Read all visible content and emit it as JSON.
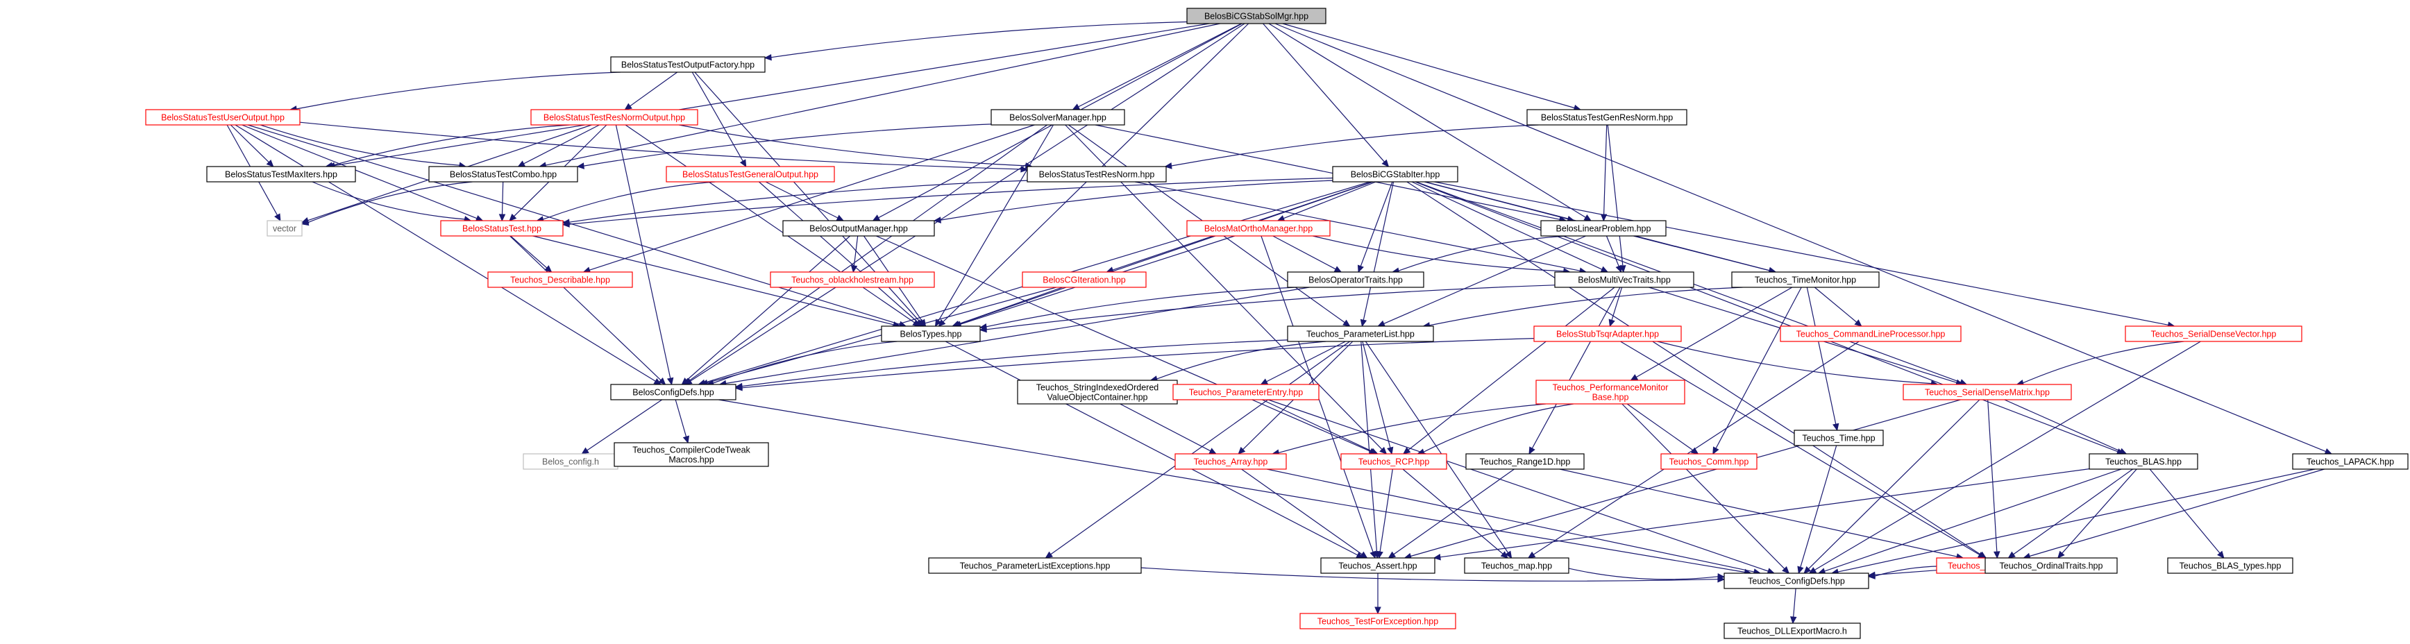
{
  "diagram": {
    "nodes": [
      {
        "id": "root",
        "label": [
          "BelosBiCGStabSolMgr.hpp"
        ],
        "style": "root"
      },
      {
        "id": "stof",
        "label": [
          "BelosStatusTestOutputFactory.hpp"
        ],
        "style": "black"
      },
      {
        "id": "stuo",
        "label": [
          "BelosStatusTestUserOutput.hpp"
        ],
        "style": "red"
      },
      {
        "id": "strn_out",
        "label": [
          "BelosStatusTestResNormOutput.hpp"
        ],
        "style": "red"
      },
      {
        "id": "sm",
        "label": [
          "BelosSolverManager.hpp"
        ],
        "style": "black"
      },
      {
        "id": "stgrn",
        "label": [
          "BelosStatusTestGenResNorm.hpp"
        ],
        "style": "black"
      },
      {
        "id": "stmi",
        "label": [
          "BelosStatusTestMaxIters.hpp"
        ],
        "style": "black"
      },
      {
        "id": "stc",
        "label": [
          "BelosStatusTestCombo.hpp"
        ],
        "style": "black"
      },
      {
        "id": "stgo",
        "label": [
          "BelosStatusTestGeneralOutput.hpp"
        ],
        "style": "red"
      },
      {
        "id": "strn",
        "label": [
          "BelosStatusTestResNorm.hpp"
        ],
        "style": "black"
      },
      {
        "id": "bicgi",
        "label": [
          "BelosBiCGStabIter.hpp"
        ],
        "style": "black"
      },
      {
        "id": "vec",
        "label": [
          "vector"
        ],
        "style": "gray"
      },
      {
        "id": "st",
        "label": [
          "BelosStatusTest.hpp"
        ],
        "style": "red"
      },
      {
        "id": "om",
        "label": [
          "BelosOutputManager.hpp"
        ],
        "style": "black"
      },
      {
        "id": "mom",
        "label": [
          "BelosMatOrthoManager.hpp"
        ],
        "style": "red"
      },
      {
        "id": "lp",
        "label": [
          "BelosLinearProblem.hpp"
        ],
        "style": "black"
      },
      {
        "id": "tdesc",
        "label": [
          "Teuchos_Describable.hpp"
        ],
        "style": "red"
      },
      {
        "id": "tobh",
        "label": [
          "Teuchos_oblackholestream.hpp"
        ],
        "style": "red"
      },
      {
        "id": "cgi",
        "label": [
          "BelosCGIteration.hpp"
        ],
        "style": "red"
      },
      {
        "id": "ot",
        "label": [
          "BelosOperatorTraits.hpp"
        ],
        "style": "black"
      },
      {
        "id": "mvt",
        "label": [
          "BelosMultiVecTraits.hpp"
        ],
        "style": "black"
      },
      {
        "id": "ttm",
        "label": [
          "Teuchos_TimeMonitor.hpp"
        ],
        "style": "black"
      },
      {
        "id": "tsdv",
        "label": [
          "Teuchos_SerialDenseVector.hpp"
        ],
        "style": "red"
      },
      {
        "id": "bt",
        "label": [
          "BelosTypes.hpp"
        ],
        "style": "black"
      },
      {
        "id": "tpl",
        "label": [
          "Teuchos_ParameterList.hpp"
        ],
        "style": "black"
      },
      {
        "id": "bsta",
        "label": [
          "BelosStubTsqrAdapter.hpp"
        ],
        "style": "red"
      },
      {
        "id": "tclp",
        "label": [
          "Teuchos_CommandLineProcessor.hpp"
        ],
        "style": "red"
      },
      {
        "id": "bcd",
        "label": [
          "BelosConfigDefs.hpp"
        ],
        "style": "black"
      },
      {
        "id": "tsio",
        "label": [
          "Teuchos_StringIndexedOrdered",
          "ValueObjectContainer.hpp"
        ],
        "style": "black"
      },
      {
        "id": "tpe",
        "label": [
          "Teuchos_ParameterEntry.hpp"
        ],
        "style": "red"
      },
      {
        "id": "tpm",
        "label": [
          "Teuchos_PerformanceMonitor",
          "Base.hpp"
        ],
        "style": "red"
      },
      {
        "id": "ttime",
        "label": [
          "Teuchos_Time.hpp"
        ],
        "style": "black"
      },
      {
        "id": "tsdm",
        "label": [
          "Teuchos_SerialDenseMatrix.hpp"
        ],
        "style": "red"
      },
      {
        "id": "bconf",
        "label": [
          "Belos_config.h"
        ],
        "style": "gray"
      },
      {
        "id": "tcct",
        "label": [
          "Teuchos_CompilerCodeTweak",
          "Macros.hpp"
        ],
        "style": "black"
      },
      {
        "id": "tarr",
        "label": [
          "Teuchos_Array.hpp"
        ],
        "style": "red"
      },
      {
        "id": "trcp",
        "label": [
          "Teuchos_RCP.hpp"
        ],
        "style": "red"
      },
      {
        "id": "tr1d",
        "label": [
          "Teuchos_Range1D.hpp"
        ],
        "style": "black"
      },
      {
        "id": "tcomm",
        "label": [
          "Teuchos_Comm.hpp"
        ],
        "style": "red"
      },
      {
        "id": "tblas",
        "label": [
          "Teuchos_BLAS.hpp"
        ],
        "style": "black"
      },
      {
        "id": "tlapack",
        "label": [
          "Teuchos_LAPACK.hpp"
        ],
        "style": "black"
      },
      {
        "id": "tple",
        "label": [
          "Teuchos_ParameterListExceptions.hpp"
        ],
        "style": "black"
      },
      {
        "id": "tassert",
        "label": [
          "Teuchos_Assert.hpp"
        ],
        "style": "black"
      },
      {
        "id": "tmap",
        "label": [
          "Teuchos_map.hpp"
        ],
        "style": "black"
      },
      {
        "id": "tst",
        "label": [
          "Teuchos_ScalarTraits.hpp"
        ],
        "style": "red"
      },
      {
        "id": "tordt",
        "label": [
          "Teuchos_OrdinalTraits.hpp"
        ],
        "style": "black"
      },
      {
        "id": "tblast",
        "label": [
          "Teuchos_BLAS_types.hpp"
        ],
        "style": "black"
      },
      {
        "id": "ttfe",
        "label": [
          "Teuchos_TestForException.hpp"
        ],
        "style": "red"
      },
      {
        "id": "tcd",
        "label": [
          "Teuchos_ConfigDefs.hpp"
        ],
        "style": "black"
      },
      {
        "id": "tdll",
        "label": [
          "Teuchos_DLLExportMacro.h"
        ],
        "style": "black"
      }
    ],
    "edges": [
      [
        "root",
        "stof"
      ],
      [
        "root",
        "sm"
      ],
      [
        "root",
        "stgrn"
      ],
      [
        "root",
        "bicgi"
      ],
      [
        "root",
        "stmi"
      ],
      [
        "root",
        "stc"
      ],
      [
        "root",
        "om"
      ],
      [
        "root",
        "lp"
      ],
      [
        "root",
        "bt"
      ],
      [
        "root",
        "bcd"
      ],
      [
        "root",
        "tlapack"
      ],
      [
        "stof",
        "stuo"
      ],
      [
        "stof",
        "strn_out"
      ],
      [
        "stof",
        "stgo"
      ],
      [
        "stof",
        "bt"
      ],
      [
        "stuo",
        "stmi"
      ],
      [
        "stuo",
        "stc"
      ],
      [
        "stuo",
        "strn"
      ],
      [
        "stuo",
        "vec"
      ],
      [
        "stuo",
        "st"
      ],
      [
        "stuo",
        "bt"
      ],
      [
        "stuo",
        "bcd"
      ],
      [
        "strn_out",
        "stmi"
      ],
      [
        "strn_out",
        "stc"
      ],
      [
        "strn_out",
        "strn"
      ],
      [
        "strn_out",
        "vec"
      ],
      [
        "strn_out",
        "st"
      ],
      [
        "strn_out",
        "bt"
      ],
      [
        "strn_out",
        "bcd"
      ],
      [
        "sm",
        "stc"
      ],
      [
        "sm",
        "lp"
      ],
      [
        "sm",
        "tdesc"
      ],
      [
        "sm",
        "bt"
      ],
      [
        "sm",
        "tpl"
      ],
      [
        "sm",
        "trcp"
      ],
      [
        "sm",
        "bcd"
      ],
      [
        "stgrn",
        "strn"
      ],
      [
        "stgrn",
        "lp"
      ],
      [
        "stgrn",
        "mvt"
      ],
      [
        "stmi",
        "st"
      ],
      [
        "stc",
        "vec"
      ],
      [
        "stc",
        "st"
      ],
      [
        "stgo",
        "st"
      ],
      [
        "stgo",
        "om"
      ],
      [
        "stgo",
        "bt"
      ],
      [
        "strn",
        "st"
      ],
      [
        "strn",
        "mvt"
      ],
      [
        "bicgi",
        "st"
      ],
      [
        "bicgi",
        "om"
      ],
      [
        "bicgi",
        "mom"
      ],
      [
        "bicgi",
        "lp"
      ],
      [
        "bicgi",
        "cgi"
      ],
      [
        "bicgi",
        "ot"
      ],
      [
        "bicgi",
        "mvt"
      ],
      [
        "bicgi",
        "ttm"
      ],
      [
        "bicgi",
        "tsdv"
      ],
      [
        "bicgi",
        "tsdm"
      ],
      [
        "bicgi",
        "tblas"
      ],
      [
        "bicgi",
        "tst"
      ],
      [
        "bicgi",
        "tpl"
      ],
      [
        "bicgi",
        "bt"
      ],
      [
        "bicgi",
        "bcd"
      ],
      [
        "st",
        "tdesc"
      ],
      [
        "st",
        "bt"
      ],
      [
        "st",
        "bcd"
      ],
      [
        "om",
        "tobh"
      ],
      [
        "om",
        "bt"
      ],
      [
        "om",
        "bcd"
      ],
      [
        "om",
        "trcp"
      ],
      [
        "mom",
        "ot"
      ],
      [
        "mom",
        "mvt"
      ],
      [
        "mom",
        "bt"
      ],
      [
        "mom",
        "tassert"
      ],
      [
        "lp",
        "ot"
      ],
      [
        "lp",
        "mvt"
      ],
      [
        "lp",
        "ttm"
      ],
      [
        "lp",
        "tpl"
      ],
      [
        "cgi",
        "bt"
      ],
      [
        "cgi",
        "bcd"
      ],
      [
        "ot",
        "bt"
      ],
      [
        "ot",
        "bcd"
      ],
      [
        "mvt",
        "bt"
      ],
      [
        "mvt",
        "bsta"
      ],
      [
        "mvt",
        "tr1d"
      ],
      [
        "mvt",
        "trcp"
      ],
      [
        "mvt",
        "tsdm"
      ],
      [
        "ttm",
        "tpl"
      ],
      [
        "ttm",
        "tpm"
      ],
      [
        "ttm",
        "tclp"
      ],
      [
        "ttm",
        "ttime"
      ],
      [
        "ttm",
        "tcomm"
      ],
      [
        "tsdv",
        "tsdm"
      ],
      [
        "tsdv",
        "tcd"
      ],
      [
        "bt",
        "bcd"
      ],
      [
        "bt",
        "tassert"
      ],
      [
        "tpl",
        "tsio"
      ],
      [
        "tpl",
        "tpe"
      ],
      [
        "tpl",
        "trcp"
      ],
      [
        "tpl",
        "tarr"
      ],
      [
        "tpl",
        "tple"
      ],
      [
        "tpl",
        "tmap"
      ],
      [
        "tpl",
        "tassert"
      ],
      [
        "tpl",
        "bcd"
      ],
      [
        "bsta",
        "tsdm"
      ],
      [
        "bsta",
        "tst"
      ],
      [
        "bsta",
        "bcd"
      ],
      [
        "tclp",
        "tmap"
      ],
      [
        "bcd",
        "bconf"
      ],
      [
        "bcd",
        "tcct"
      ],
      [
        "bcd",
        "tcd"
      ],
      [
        "tsio",
        "tarr"
      ],
      [
        "tpe",
        "trcp"
      ],
      [
        "tpe",
        "tcd"
      ],
      [
        "tpm",
        "tarr"
      ],
      [
        "tpm",
        "trcp"
      ],
      [
        "tpm",
        "tcomm"
      ],
      [
        "tpm",
        "tcd"
      ],
      [
        "ttime",
        "tcd"
      ],
      [
        "tsdm",
        "tblas"
      ],
      [
        "tsdm",
        "tst"
      ],
      [
        "tsdm",
        "tcd"
      ],
      [
        "tsdm",
        "tassert"
      ],
      [
        "tarr",
        "tassert"
      ],
      [
        "tarr",
        "tcd"
      ],
      [
        "trcp",
        "tassert"
      ],
      [
        "trcp",
        "tmap"
      ],
      [
        "tr1d",
        "tassert"
      ],
      [
        "tr1d",
        "tst"
      ],
      [
        "tblas",
        "tst"
      ],
      [
        "tblas",
        "tordt"
      ],
      [
        "tblas",
        "tblast"
      ],
      [
        "tblas",
        "tassert"
      ],
      [
        "tblas",
        "tcd"
      ],
      [
        "tlapack",
        "tst"
      ],
      [
        "tlapack",
        "tcd"
      ],
      [
        "tple",
        "tcd"
      ],
      [
        "tassert",
        "ttfe"
      ],
      [
        "tmap",
        "tcd"
      ],
      [
        "tst",
        "tcd"
      ],
      [
        "tordt",
        "tcd"
      ],
      [
        "tcd",
        "tdll"
      ]
    ]
  },
  "colors": {
    "edge": "#191970",
    "root_fill": "#bfbfbf",
    "border_black": "#000000",
    "border_red": "#ff0000",
    "border_gray": "#bfbfbf",
    "text_black": "#000000",
    "text_red": "#ff0000",
    "text_gray": "#606060"
  }
}
